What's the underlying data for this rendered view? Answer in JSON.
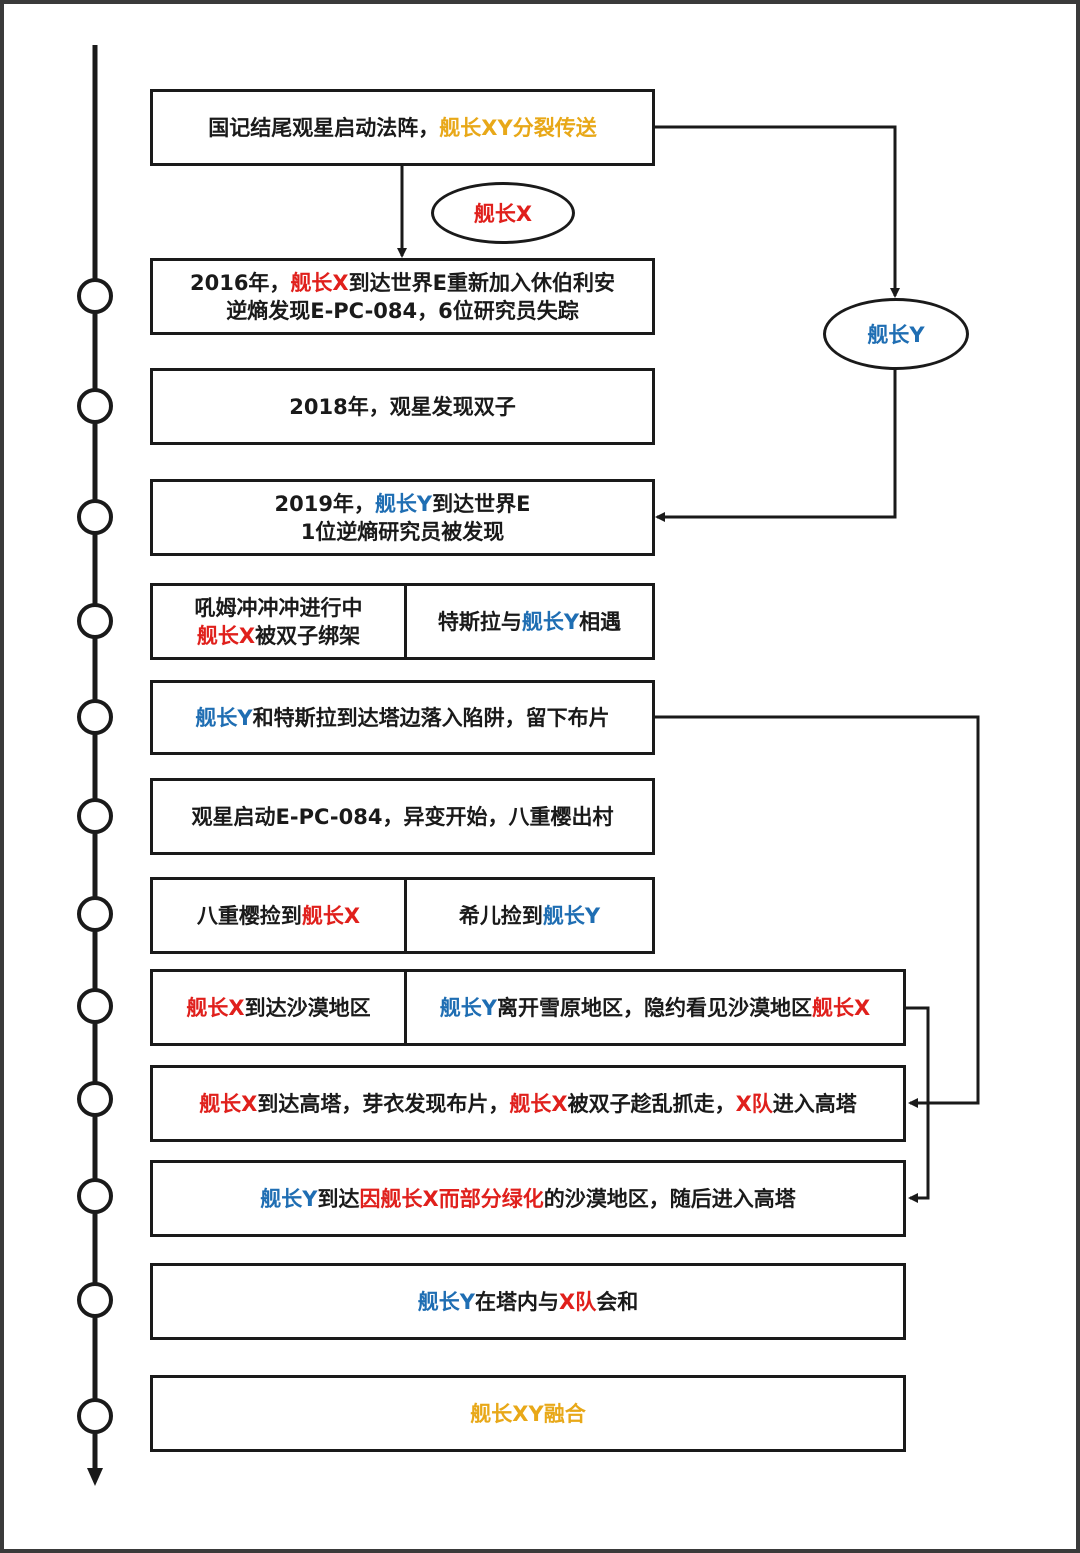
{
  "colors": {
    "red": "#e0201c",
    "blue": "#1f6eb3",
    "gold": "#e8a818",
    "black": "#1a1a1a"
  },
  "ellipses": {
    "x": "舰长X",
    "y": "舰长Y"
  },
  "events": {
    "e1": [
      [
        {
          "t": "国记结尾观星启动法阵，",
          "c": "black"
        },
        {
          "t": "舰长XY分裂传送",
          "c": "gold"
        }
      ]
    ],
    "e2": [
      [
        {
          "t": "2016年，",
          "c": "black"
        },
        {
          "t": "舰长X",
          "c": "red"
        },
        {
          "t": "到达世界E重新加入休伯利安",
          "c": "black"
        }
      ],
      [
        {
          "t": "逆熵发现E-PC-084，6位研究员失踪",
          "c": "black"
        }
      ]
    ],
    "e3": [
      [
        {
          "t": "2018年，观星发现双子",
          "c": "black"
        }
      ]
    ],
    "e4": [
      [
        {
          "t": "2019年，",
          "c": "black"
        },
        {
          "t": "舰长Y",
          "c": "blue"
        },
        {
          "t": "到达世界E",
          "c": "black"
        }
      ],
      [
        {
          "t": "1位逆熵研究员被发现",
          "c": "black"
        }
      ]
    ],
    "e5a": [
      [
        {
          "t": "吼姆冲冲冲进行中",
          "c": "black"
        }
      ],
      [
        {
          "t": "舰长X",
          "c": "red"
        },
        {
          "t": "被双子绑架",
          "c": "black"
        }
      ]
    ],
    "e5b": [
      [
        {
          "t": "特斯拉与",
          "c": "black"
        },
        {
          "t": "舰长Y",
          "c": "blue"
        },
        {
          "t": "相遇",
          "c": "black"
        }
      ]
    ],
    "e6": [
      [
        {
          "t": "舰长Y",
          "c": "blue"
        },
        {
          "t": "和特斯拉到达塔边落入陷阱，留下布片",
          "c": "black"
        }
      ]
    ],
    "e7": [
      [
        {
          "t": "观星启动E-PC-084，异变开始，八重樱出村",
          "c": "black"
        }
      ]
    ],
    "e8a": [
      [
        {
          "t": "八重樱捡到",
          "c": "black"
        },
        {
          "t": "舰长X",
          "c": "red"
        }
      ]
    ],
    "e8b": [
      [
        {
          "t": "希儿捡到",
          "c": "black"
        },
        {
          "t": "舰长Y",
          "c": "blue"
        }
      ]
    ],
    "e9a": [
      [
        {
          "t": "舰长X",
          "c": "red"
        },
        {
          "t": "到达沙漠地区",
          "c": "black"
        }
      ]
    ],
    "e9b": [
      [
        {
          "t": "舰长Y",
          "c": "blue"
        },
        {
          "t": "离开雪原地区，隐约看见沙漠地区",
          "c": "black"
        },
        {
          "t": "舰长X",
          "c": "red"
        }
      ]
    ],
    "e10": [
      [
        {
          "t": "舰长X",
          "c": "red"
        },
        {
          "t": "到达高塔，芽衣发现布片，",
          "c": "black"
        },
        {
          "t": "舰长X",
          "c": "red"
        },
        {
          "t": "被双子趁乱抓走，",
          "c": "black"
        },
        {
          "t": "X队",
          "c": "red"
        },
        {
          "t": "进入高塔",
          "c": "black"
        }
      ]
    ],
    "e11": [
      [
        {
          "t": "舰长Y",
          "c": "blue"
        },
        {
          "t": "到达",
          "c": "black"
        },
        {
          "t": "因舰长X而部分绿化",
          "c": "red"
        },
        {
          "t": "的沙漠地区，随后进入高塔",
          "c": "black"
        }
      ]
    ],
    "e12": [
      [
        {
          "t": "舰长Y",
          "c": "blue"
        },
        {
          "t": "在塔内与",
          "c": "black"
        },
        {
          "t": "X队",
          "c": "red"
        },
        {
          "t": "会和",
          "c": "black"
        }
      ]
    ],
    "e13": [
      [
        {
          "t": "舰长XY融合",
          "c": "gold"
        }
      ]
    ]
  }
}
